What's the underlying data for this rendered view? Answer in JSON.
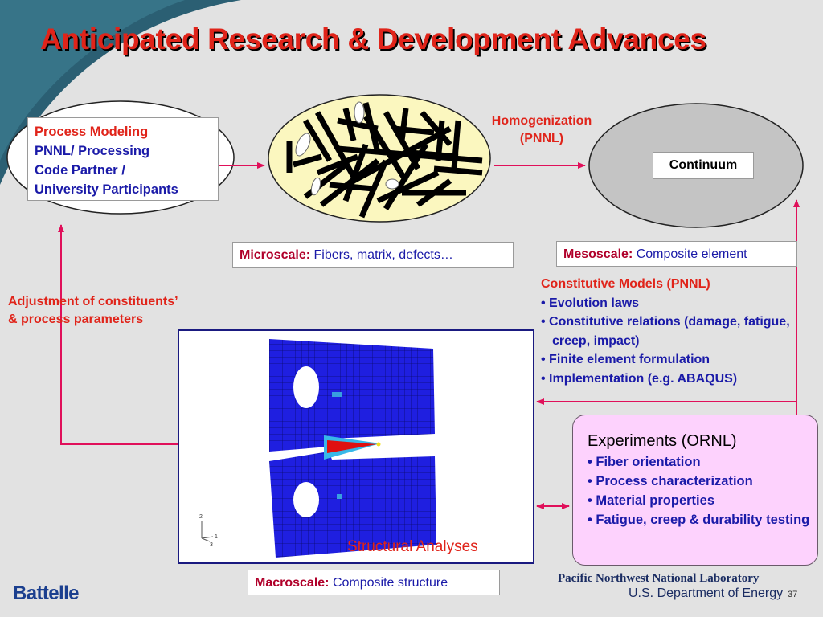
{
  "slide": {
    "title": "Anticipated Research & Development Advances",
    "page_number": "37"
  },
  "process_box": {
    "line1": "Process Modeling",
    "line2": "PNNL/ Processing",
    "line3": "Code Partner /",
    "line4": "University Participants"
  },
  "homogenization": {
    "line1": "Homogenization",
    "line2": "(PNNL)"
  },
  "continuum": {
    "label": "Continuum"
  },
  "microscale": {
    "label": "Microscale:",
    "text": "Fibers, matrix, defects…"
  },
  "mesoscale": {
    "label": "Mesoscale:",
    "text": "Composite element"
  },
  "macroscale": {
    "label": "Macroscale:",
    "text": "Composite structure"
  },
  "adjustment": {
    "line1": "Adjustment of constituents’",
    "line2": "& process parameters"
  },
  "constitutive": {
    "heading": "Constitutive Models (PNNL)",
    "items": [
      "• Evolution laws",
      "• Constitutive relations (damage, fatigue, creep, impact)",
      "• Finite element formulation",
      "• Implementation (e.g. ABAQUS)"
    ]
  },
  "experiments": {
    "heading": "Experiments (ORNL)",
    "items": [
      "• Fiber orientation",
      "• Process characterization",
      "• Material properties",
      "• Fatigue, creep & durability testing"
    ]
  },
  "structural": {
    "label": "Structural Analyses",
    "axis_2": "2",
    "axis_1": "1",
    "axis_3": "3"
  },
  "footer": {
    "battelle": "Battelle",
    "pnnl": "Pacific Northwest National Laboratory",
    "doe": "U.S. Department of Energy"
  },
  "colors": {
    "title_red": "#e0241a",
    "text_blue": "#1a1aa8",
    "arrow_pink": "#e0105a",
    "mesh_blue": "#1f1fe0",
    "micro_fill": "#fbf7bf",
    "meso_fill": "#c4c4c4",
    "exp_fill": "#fdd2fd"
  }
}
